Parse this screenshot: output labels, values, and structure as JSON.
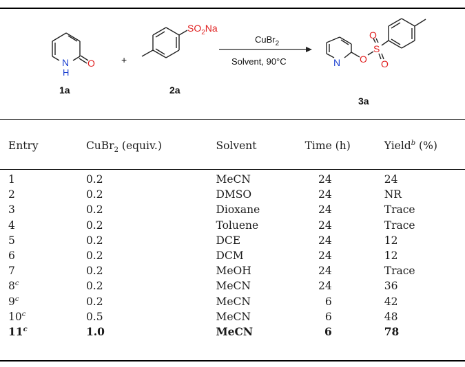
{
  "scheme": {
    "reactant1_label": "1a",
    "reactant1_atoms": {
      "nh": "N",
      "h": "H",
      "o": "O"
    },
    "plus": "+",
    "reactant2_label": "2a",
    "reactant2_group": "SO",
    "reactant2_sub": "2",
    "reactant2_na": "Na",
    "reagent_above": "CuBr",
    "reagent_above_sub": "2",
    "reagent_below": "Solvent, 90°C",
    "product_label": "3a",
    "product_atoms": {
      "n": "N",
      "o1": "O",
      "s": "S",
      "o2": "O",
      "o3": "O"
    }
  },
  "table": {
    "headers": {
      "entry": "Entry",
      "cubr2_pre": "CuBr",
      "cubr2_sub": "2",
      "cubr2_post": " (equiv.)",
      "solvent": "Solvent",
      "time": "Time (h)",
      "yield_pre": "Yield",
      "yield_sup": "b",
      "yield_post": " (%)"
    },
    "rows": [
      {
        "entry": "1",
        "sup": "",
        "equiv": "0.2",
        "solvent": "MeCN",
        "time": "24",
        "yield": "24"
      },
      {
        "entry": "2",
        "sup": "",
        "equiv": "0.2",
        "solvent": "DMSO",
        "time": "24",
        "yield": "NR"
      },
      {
        "entry": "3",
        "sup": "",
        "equiv": "0.2",
        "solvent": "Dioxane",
        "time": "24",
        "yield": "Trace"
      },
      {
        "entry": "4",
        "sup": "",
        "equiv": "0.2",
        "solvent": "Toluene",
        "time": "24",
        "yield": "Trace"
      },
      {
        "entry": "5",
        "sup": "",
        "equiv": "0.2",
        "solvent": "DCE",
        "time": "24",
        "yield": "12"
      },
      {
        "entry": "6",
        "sup": "",
        "equiv": "0.2",
        "solvent": "DCM",
        "time": "24",
        "yield": "12"
      },
      {
        "entry": "7",
        "sup": "",
        "equiv": "0.2",
        "solvent": "MeOH",
        "time": "24",
        "yield": "Trace"
      },
      {
        "entry": "8",
        "sup": "c",
        "equiv": "0.2",
        "solvent": "MeCN",
        "time": "24",
        "yield": "36"
      },
      {
        "entry": "9",
        "sup": "c",
        "equiv": "0.2",
        "solvent": "MeCN",
        "time": "6",
        "yield": "42"
      },
      {
        "entry": "10",
        "sup": "c",
        "equiv": "0.5",
        "solvent": "MeCN",
        "time": "6",
        "yield": "48"
      },
      {
        "entry": "11",
        "sup": "c",
        "equiv": "1.0",
        "solvent": "MeCN",
        "time": "6",
        "yield": "78"
      }
    ]
  }
}
